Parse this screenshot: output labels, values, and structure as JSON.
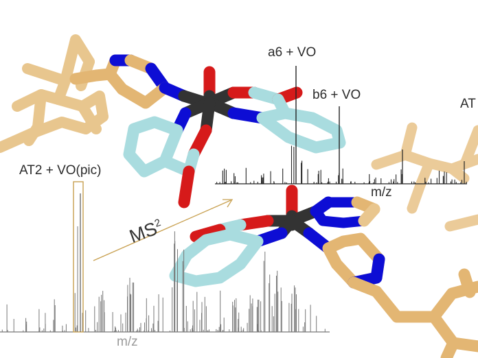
{
  "labels": {
    "top_peak_a6": "a6 + VO",
    "top_peak_b6": "b6 + VO",
    "top_right_cut": "AT",
    "parent_ion": "AT2 + VO(pic)",
    "top_axis": "m/z",
    "bottom_axis": "m/z",
    "arrow_label": "MS",
    "arrow_label_sup": "2"
  },
  "colors": {
    "peptide": "#e3b673",
    "nitrogen": "#0d0dd4",
    "oxygen": "#d61a1a",
    "carbon_ligand": "#a9dcdf",
    "vanadium": "#333333",
    "spectrum_line": "#222222",
    "spectrum_grey": "#8c8c8c",
    "highlight": "#c8a050"
  }
}
